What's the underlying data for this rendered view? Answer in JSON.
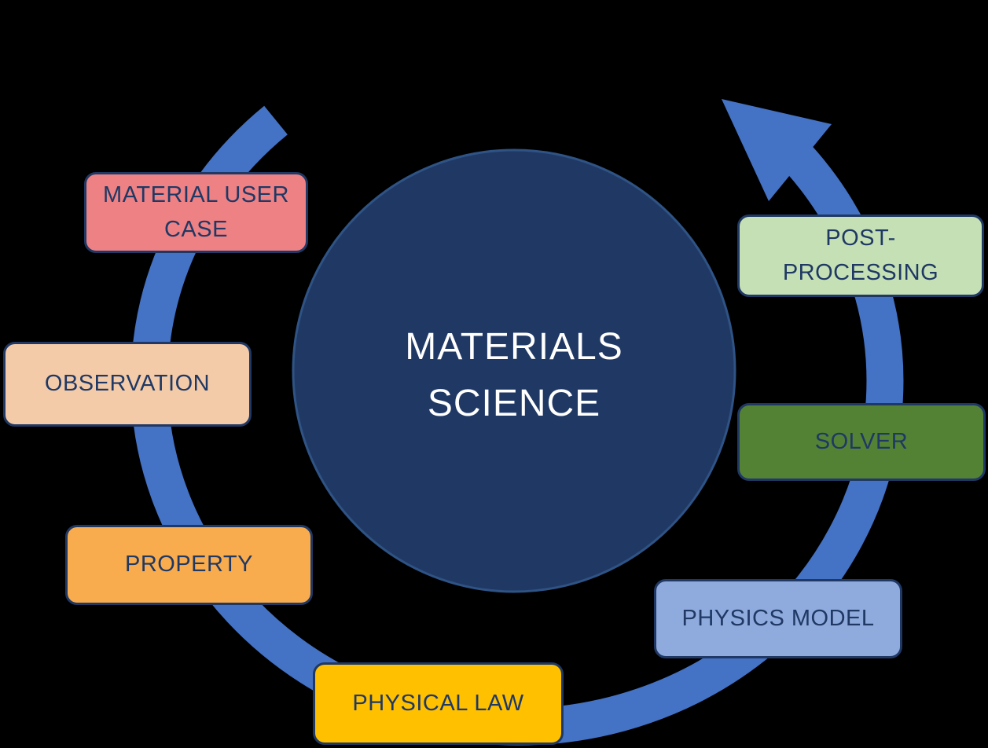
{
  "background": "#000000",
  "center": {
    "label": "MATERIALS\nSCIENCE",
    "fill": "#203864",
    "rim": "#2E5384",
    "text_color": "#FFFFFF"
  },
  "cycle_arrow": {
    "color": "#4472C4",
    "direction": "counterclockwise"
  },
  "node_border_color": "#1F3864",
  "node_text_color": "#1F3864",
  "boxes": [
    {
      "id": "material-user-case",
      "label": "MATERIAL USER\nCASE",
      "fill": "#EE8184"
    },
    {
      "id": "observation",
      "label": "OBSERVATION",
      "fill": "#F4CBA8"
    },
    {
      "id": "property",
      "label": "PROPERTY",
      "fill": "#F9AC4D"
    },
    {
      "id": "physical-law",
      "label": "PHYSICAL LAW",
      "fill": "#FFC000"
    },
    {
      "id": "physics-model",
      "label": "PHYSICS MODEL",
      "fill": "#8FAADC"
    },
    {
      "id": "solver",
      "label": "SOLVER",
      "fill": "#548235"
    },
    {
      "id": "post-processing",
      "label": "POST-\nPROCESSING",
      "fill": "#C5E0B4"
    }
  ]
}
